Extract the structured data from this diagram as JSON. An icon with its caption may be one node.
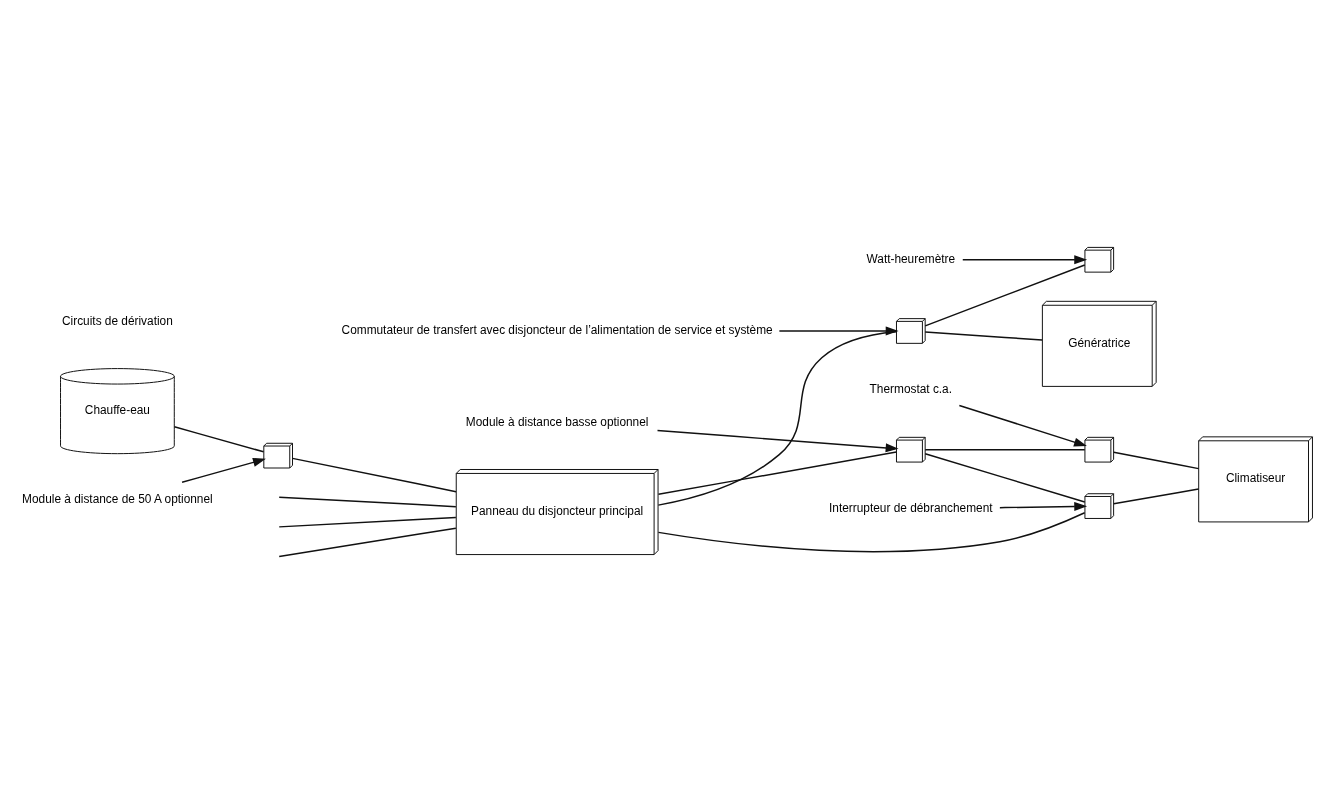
{
  "diagram": {
    "nodes": [
      {
        "text": [
          "Chauffe-eau"
        ]
      },
      {
        "text": [],
        "shape": "box"
      },
      {
        "text": [
          "Module à distance de 50 A optionnel"
        ]
      },
      {
        "text": [
          "Panneau du disjoncteur principal"
        ]
      },
      {
        "text": [],
        "shape": "box"
      },
      {
        "text": [
          "Commutateur de transfert avec disjoncteur de l’alimentation de service et système"
        ]
      },
      {
        "text": [],
        "shape": "box"
      },
      {
        "text": [
          "Watt-heuremètre"
        ]
      },
      {
        "text": [
          "Génératrice"
        ]
      },
      {
        "text": [],
        "shape": "box"
      },
      {
        "text": [
          "Module à distance basse optionnel"
        ]
      },
      {
        "text": [],
        "shape": "box"
      },
      {
        "text": [
          "Thermostat c.a."
        ]
      },
      {
        "text": [
          "Climatiseur"
        ]
      },
      {
        "text": [],
        "shape": "box"
      },
      {
        "text": [
          "Interrupteur de débranchement"
        ]
      }
    ],
    "edges": [
      {
        "from": 0,
        "to": 1,
        "arrow": "none"
      },
      {
        "from": 1,
        "to": 3,
        "arrow": "none"
      },
      {
        "from": 3,
        "to": 4,
        "arrow": "none"
      },
      {
        "from": 4,
        "to": 6,
        "arrow": "none"
      },
      {
        "from": 4,
        "to": 8,
        "arrow": "none"
      },
      {
        "from": null,
        "to": 3,
        "arrow": "none"
      },
      {
        "from": null,
        "to": 3,
        "arrow": "none"
      },
      {
        "from": null,
        "to": 3,
        "arrow": "none"
      },
      {
        "from": 3,
        "to": 14,
        "arrow": "none"
      },
      {
        "from": 3,
        "to": 9,
        "arrow": "none"
      },
      {
        "from": 9,
        "to": 14,
        "arrow": "none"
      },
      {
        "from": 9,
        "to": 11,
        "arrow": "none"
      },
      {
        "from": 11,
        "to": 13,
        "arrow": "none"
      },
      {
        "from": 14,
        "to": 13,
        "arrow": "none"
      },
      {
        "from": 2,
        "to": 1,
        "arrow": "to"
      },
      {
        "from": 5,
        "to": 4,
        "arrow": "to"
      },
      {
        "from": 7,
        "to": 6,
        "arrow": "to"
      },
      {
        "from": 10,
        "to": 9,
        "arrow": "to"
      },
      {
        "from": 12,
        "to": 11,
        "arrow": "to"
      },
      {
        "from": 15,
        "to": 14,
        "arrow": "to"
      }
    ],
    "labels": [
      "Circuits de dérivation"
    ]
  }
}
